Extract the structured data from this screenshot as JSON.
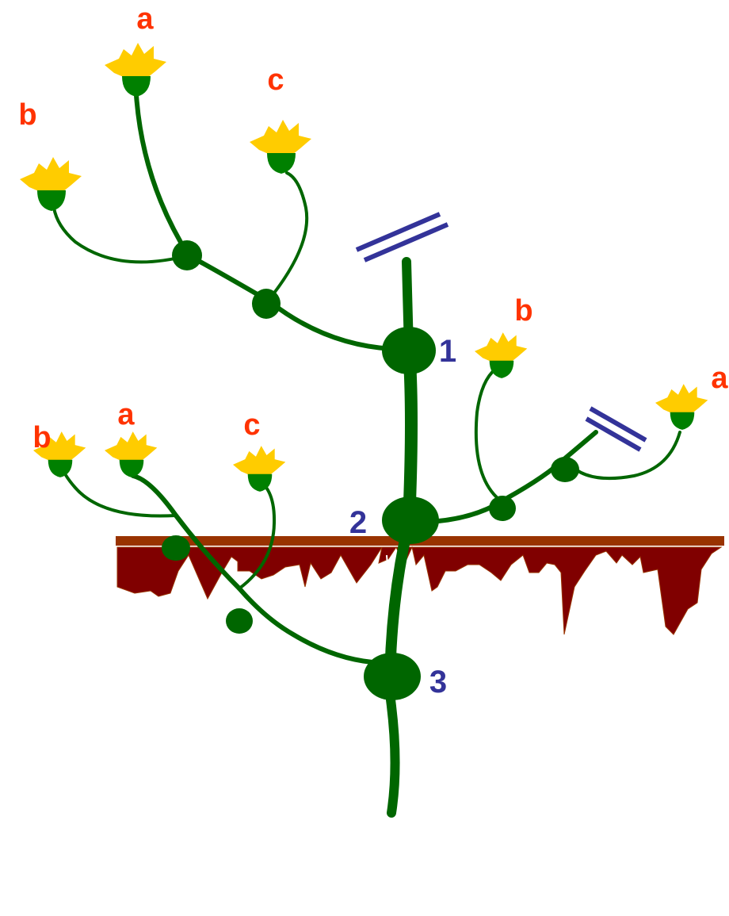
{
  "diagram": {
    "flower_labels": {
      "top_branch_a": "a",
      "top_branch_b": "b",
      "top_branch_c": "c",
      "lower_left_a": "a",
      "lower_left_b": "b",
      "lower_left_c": "c",
      "right_branch_b": "b",
      "right_branch_a": "a"
    },
    "node_labels": {
      "node_1": "1",
      "node_2": "2",
      "node_3": "3"
    },
    "colors": {
      "stem": "#006600",
      "flower_petal": "#ffcc00",
      "flower_calyx": "#008000",
      "label_red": "#ff3300",
      "label_blue": "#333399",
      "cut_mark": "#333399",
      "soil_line": "#993300",
      "roots": "#800000"
    }
  }
}
